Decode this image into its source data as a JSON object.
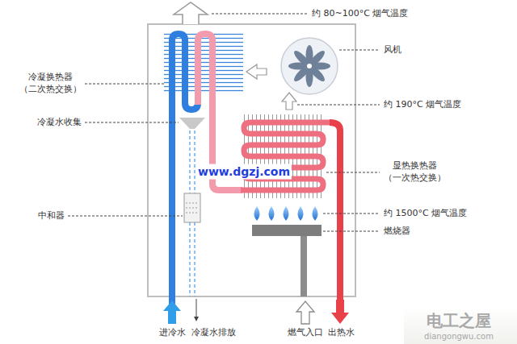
{
  "diagram": {
    "labels": [
      "约 80~100°C 烟气温度",
      "冷凝换热器 （二次热交换）",
      "风机",
      "约 190°C 烟气温度",
      "冷凝水收集",
      "显热换热器 （一次热交换）",
      "www.dgzj.com",
      "中和器",
      "约 1500°C 烟气温度",
      "燃烧器",
      "进冷水",
      "冷凝水排放",
      "燃气入口",
      "出热水",
      "电工之屋",
      "diangongwu.com"
    ]
  }
}
